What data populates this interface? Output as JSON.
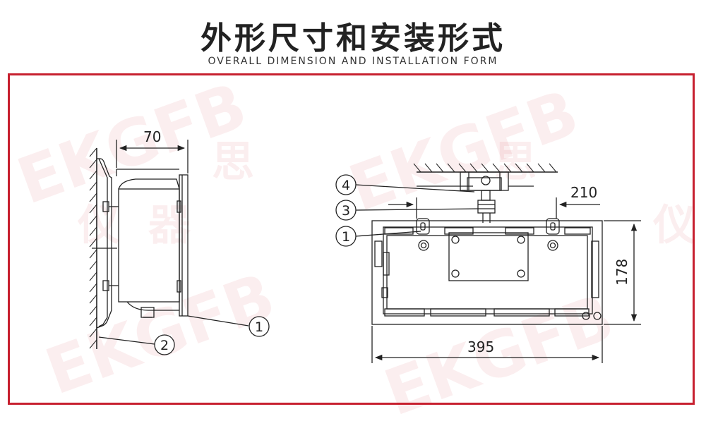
{
  "header": {
    "title": "外形尺寸和安装形式",
    "subtitle": "OVERALL DIMENSION AND INSTALLATION FORM"
  },
  "watermark": {
    "brand": "EKGFB",
    "glyph_1": "仪",
    "glyph_2": "器",
    "glyph_3": "思"
  },
  "side_view": {
    "depth_dim": "70",
    "callout_1": "1",
    "callout_2": "2"
  },
  "front_view": {
    "width_dim": "395",
    "height_dim": "178",
    "mount_dim": "210",
    "callout_1": "1",
    "callout_3": "3",
    "callout_4": "4"
  },
  "colors": {
    "accent": "#c7202f",
    "line": "#222222"
  }
}
